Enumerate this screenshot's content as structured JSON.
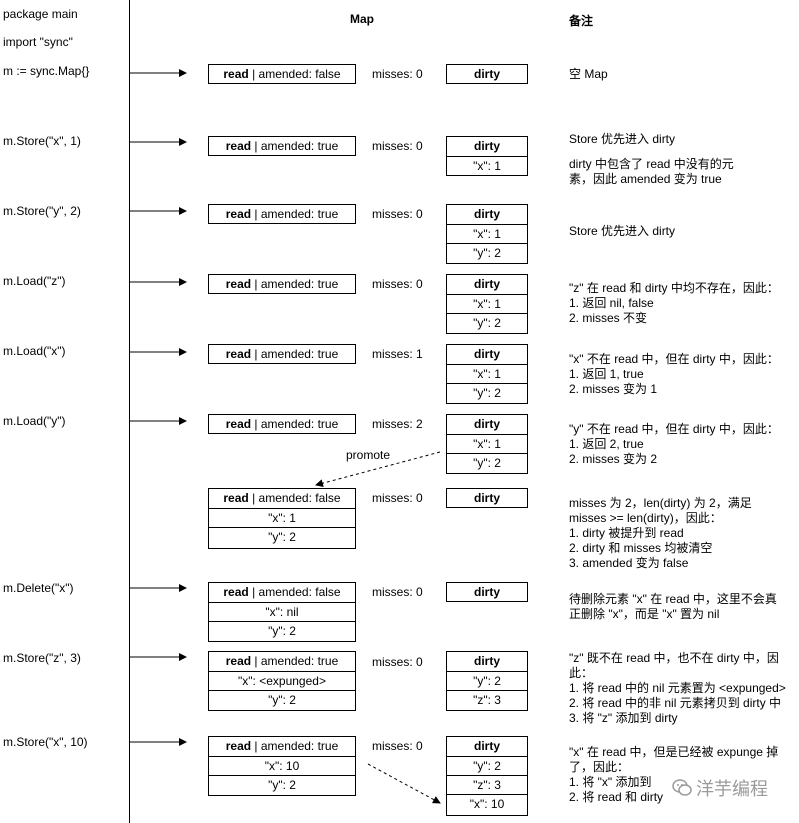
{
  "left_header": [
    "package main",
    "import \"sync\""
  ],
  "col_headers": {
    "map": "Map",
    "notes": "备注"
  },
  "read_bold": "read",
  "rows": [
    {
      "code": "m := sync.Map{}",
      "read_suffix": " | amended: false",
      "read_entries": [],
      "misses": "misses: 0",
      "dirty_entries": [],
      "note": [
        "空 Map"
      ]
    },
    {
      "code": "m.Store(\"x\", 1)",
      "read_suffix": " | amended: true",
      "read_entries": [],
      "misses": "misses: 0",
      "dirty_entries": [
        "\"x\": 1"
      ],
      "note": [
        "Store 优先进入 dirty",
        "",
        "dirty 中包含了 read 中没有的元",
        "素，因此 amended 变为 true"
      ]
    },
    {
      "code": "m.Store(\"y\", 2)",
      "read_suffix": " | amended: true",
      "read_entries": [],
      "misses": "misses: 0",
      "dirty_entries": [
        "\"x\": 1",
        "\"y\": 2"
      ],
      "note": [
        "Store 优先进入 dirty"
      ]
    },
    {
      "code": "m.Load(\"z\")",
      "read_suffix": " | amended: true",
      "read_entries": [],
      "misses": "misses: 0",
      "dirty_entries": [
        "\"x\": 1",
        "\"y\": 2"
      ],
      "note": [
        "\"z\" 在 read 和 dirty 中均不存在，因此：",
        "1. 返回 nil, false",
        "2. misses 不变"
      ]
    },
    {
      "code": "m.Load(\"x\")",
      "read_suffix": " | amended: true",
      "read_entries": [],
      "misses": "misses: 1",
      "dirty_entries": [
        "\"x\": 1",
        "\"y\": 2"
      ],
      "note": [
        "\"x\" 不在 read 中，但在 dirty 中，因此：",
        "1. 返回 1, true",
        "2. misses 变为 1"
      ]
    },
    {
      "code": "m.Load(\"y\")",
      "read_suffix": " | amended: true",
      "read_entries": [],
      "misses": "misses: 2",
      "dirty_entries": [
        "\"x\": 1",
        "\"y\": 2"
      ],
      "note": [
        "\"y\" 不在 read 中，但在 dirty 中，因此：",
        "1. 返回 2, true",
        "2. misses 变为 2"
      ]
    },
    {
      "code": "",
      "read_suffix": " | amended: false",
      "read_entries": [
        "\"x\": 1",
        "\"y\": 2"
      ],
      "misses": "misses: 0",
      "dirty_entries": [],
      "note": [
        "misses 为 2，len(dirty) 为 2，满足",
        "misses >= len(dirty)，因此：",
        "1. dirty 被提升到 read",
        "2. dirty 和 misses 均被清空",
        "3. amended 变为 false"
      ]
    },
    {
      "code": "m.Delete(\"x\")",
      "read_suffix": " | amended: false",
      "read_entries": [
        "\"x\": nil",
        "\"y\": 2"
      ],
      "misses": "misses: 0",
      "dirty_entries": [],
      "note": [
        "待删除元素 \"x\" 在 read 中，这里不会真",
        "正删除 \"x\"，而是 \"x\" 置为 nil"
      ]
    },
    {
      "code": "m.Store(\"z\", 3)",
      "read_suffix": " | amended: true",
      "read_entries": [
        "\"x\": <expunged>",
        "\"y\": 2"
      ],
      "misses": "misses: 0",
      "dirty_entries": [
        "\"y\": 2",
        "\"z\": 3"
      ],
      "note": [
        "\"z\" 既不在 read 中，也不在 dirty 中，因",
        "此：",
        "1. 将 read 中的 nil 元素置为 <expunged>",
        "2. 将 read 中的非 nil 元素拷贝到 dirty 中",
        "3. 将 \"z\" 添加到 dirty"
      ]
    },
    {
      "code": "m.Store(\"x\", 10)",
      "read_suffix": " | amended: true",
      "read_entries": [
        "\"x\": 10",
        "\"y\": 2"
      ],
      "misses": "misses: 0",
      "dirty_entries": [
        "\"y\": 2",
        "\"z\": 3",
        "\"x\": 10"
      ],
      "note": [
        "\"x\" 在 read 中，但是已经被 expunge 掉",
        "了，因此：",
        "1. 将 \"x\" 添加到",
        "2. 将 read 和 dirty"
      ]
    }
  ],
  "promote_label": "promote",
  "watermark": "洋芋编程"
}
